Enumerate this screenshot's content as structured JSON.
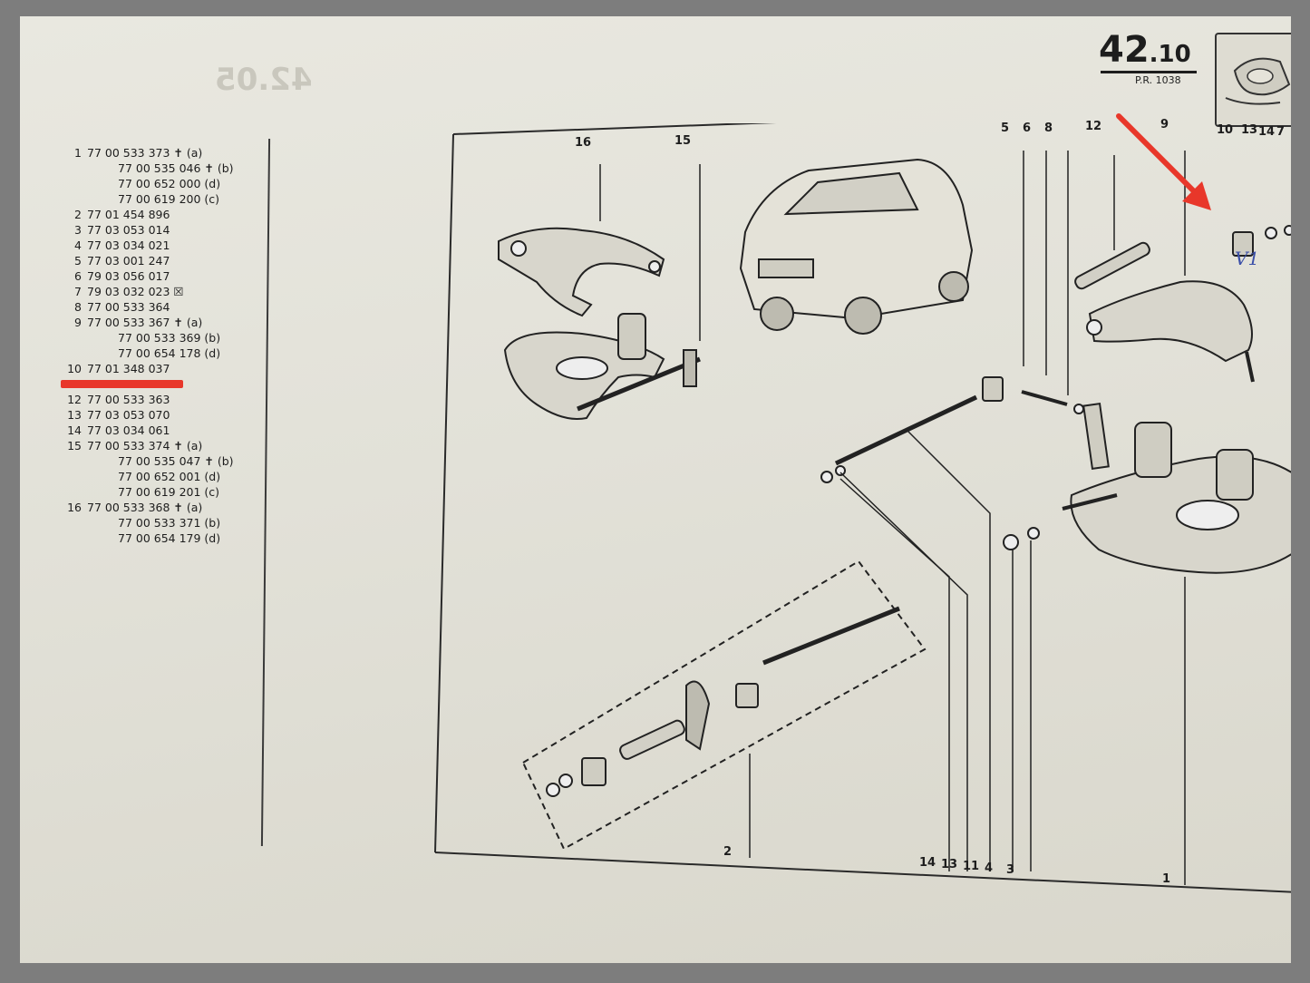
{
  "header": {
    "section_main": "42",
    "section_sub": ".10",
    "reference": "P.R. 1038",
    "ghost_text": "42.05"
  },
  "parts_list": [
    {
      "index": "1",
      "number": "77 00 533 373 ✝ (a)"
    },
    {
      "index": "",
      "number": "77 00 535 046 ✝ (b)"
    },
    {
      "index": "",
      "number": "77 00 652 000 (d)"
    },
    {
      "index": "",
      "number": "77 00 619 200 (c)"
    },
    {
      "index": "2",
      "number": "77 01 454 896"
    },
    {
      "index": "3",
      "number": "77 03 053 014"
    },
    {
      "index": "4",
      "number": "77 03 034 021"
    },
    {
      "index": "5",
      "number": "77 03 001 247"
    },
    {
      "index": "6",
      "number": "79 03 056 017"
    },
    {
      "index": "7",
      "number": "79 03 032 023 ☒"
    },
    {
      "index": "8",
      "number": "77 00 533 364"
    },
    {
      "index": "9",
      "number": "77 00 533 367 ✝ (a)"
    },
    {
      "index": "",
      "number": "77 00 533 369 (b)"
    },
    {
      "index": "",
      "number": "77 00 654 178 (d)"
    },
    {
      "index": "10",
      "number": "77 01 348 037"
    },
    {
      "index": "",
      "number": ""
    },
    {
      "index": "12",
      "number": "77 00 533 363"
    },
    {
      "index": "13",
      "number": "77 03 053 070"
    },
    {
      "index": "14",
      "number": "77 03 034 061"
    },
    {
      "index": "15",
      "number": "77 00 533 374 ✝ (a)"
    },
    {
      "index": "",
      "number": "77 00 535 047 ✝ (b)"
    },
    {
      "index": "",
      "number": "77 00 652 001 (d)"
    },
    {
      "index": "",
      "number": "77 00 619 201 (c)"
    },
    {
      "index": "16",
      "number": "77 00 533 368 ✝ (a)"
    },
    {
      "index": "",
      "number": "77 00 533 371 (b)"
    },
    {
      "index": "",
      "number": "77 00 654 179 (d)"
    }
  ],
  "callouts": {
    "c16": "16",
    "c15": "15",
    "c5": "5",
    "c6": "6",
    "c8": "8",
    "c12": "12",
    "c9": "9",
    "c10": "10",
    "c13": "13",
    "c14": "14",
    "c7": "7",
    "b14": "14",
    "b13": "13",
    "b11": "11",
    "b4": "4",
    "b3": "3",
    "b2": "2",
    "b1": "1"
  },
  "handwritten_note": "V1",
  "colors": {
    "highlight_red": "#e8372a",
    "ink": "#1d1d1d",
    "paper": "#e4e3da",
    "pen_blue": "#3b4fa8"
  }
}
